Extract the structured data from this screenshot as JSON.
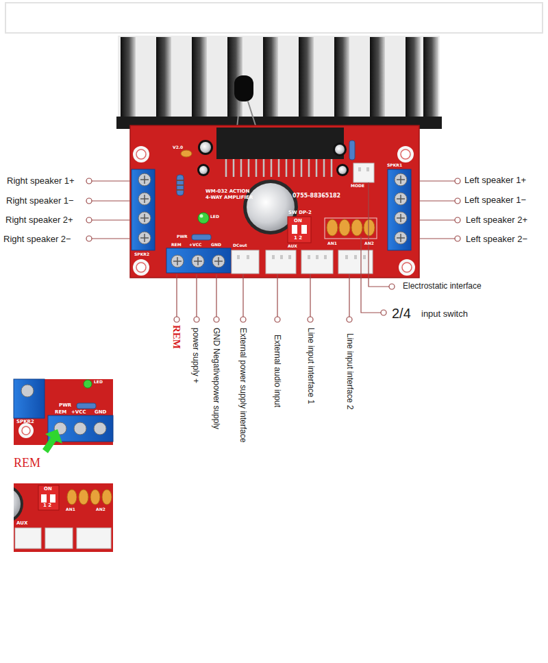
{
  "diagram": {
    "labels": [
      "Right speaker 1+",
      "Right speaker 1−",
      "Right speaker 2+",
      "Right speaker 2−",
      "Left speaker 1+",
      "Left speaker 1−",
      "Left speaker 2+",
      "Left speaker 2−",
      "Electrostatic interface",
      "2/4",
      "input switch",
      "REM",
      "power supply +",
      "GND Negativepower supply",
      "External power supply interface",
      "External audio input",
      "Line input interface 1",
      "Line input interface 2",
      "WM-032 ACTION",
      "4-WAY AMPLIFIER",
      "0755-88365182",
      "SW DP-2",
      "ON",
      "1 2",
      "LED",
      "PWR",
      "REM",
      "+VCC",
      "GND",
      "DCout",
      "AUX",
      "AN1",
      "AN2",
      "SPKR1",
      "SPKR2",
      "V2.0",
      "MODE",
      "PWR",
      "REM",
      "+VCC",
      "GND",
      "LED",
      "SPKR2",
      "REM",
      "ON",
      "1 2",
      "AUX",
      "AN1",
      "AN2"
    ]
  }
}
